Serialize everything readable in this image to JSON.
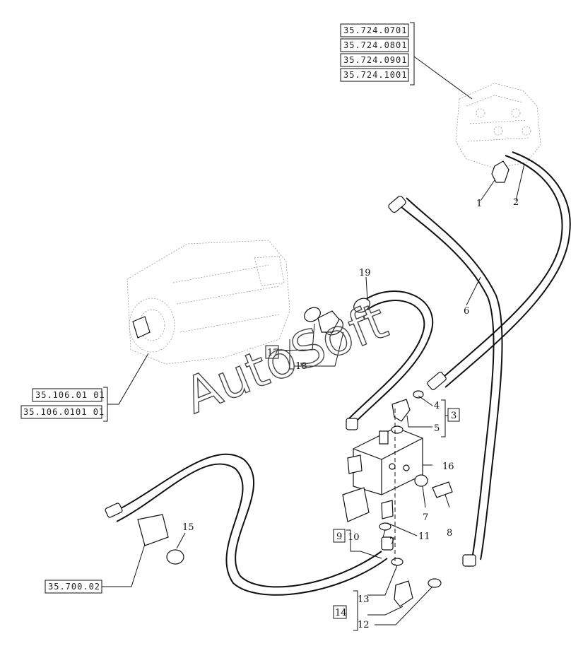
{
  "references": {
    "valve_group": [
      "35.724.0701",
      "35.724.0801",
      "35.724.0901",
      "35.724.1001"
    ],
    "pump_group": [
      "35.106.01 01",
      "35.106.0101 01"
    ],
    "accessory": "35.700.02"
  },
  "callouts": {
    "c1": "1",
    "c2": "2",
    "c3": "3",
    "c4": "4",
    "c5": "5",
    "c6": "6",
    "c7": "7",
    "c7b": "7",
    "c8": "8",
    "c9": "9",
    "c10": "10",
    "c11": "11",
    "c12": "12",
    "c13": "13",
    "c14": "14",
    "c15": "15",
    "c16": "16",
    "c17": "17",
    "c18": "18",
    "c19": "19"
  },
  "watermark": "AutoSoft"
}
